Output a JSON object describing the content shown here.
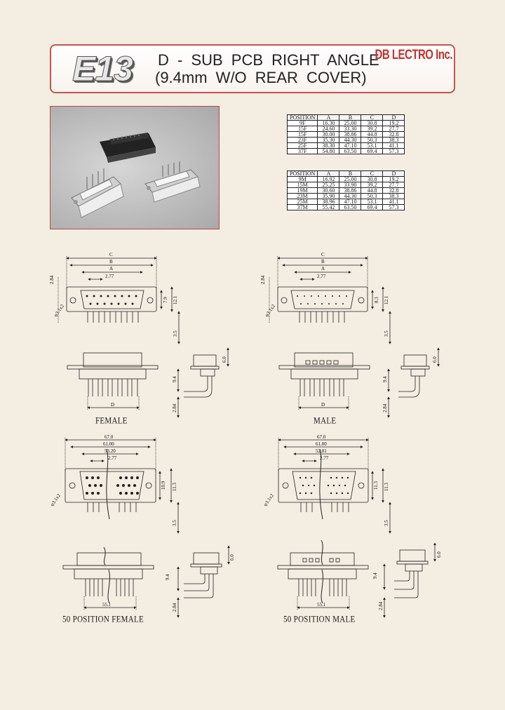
{
  "header": {
    "code": "E13",
    "title_line1": "D - SUB  PCB  RIGHT  ANGLE",
    "title_line2": "(9.4mm  W/O  REAR  COVER)",
    "brand": "DB LECTRO Inc."
  },
  "female_table": {
    "columns": [
      "POSITION",
      "A",
      "B",
      "C",
      "D"
    ],
    "rows": [
      [
        "9F",
        "16.30",
        "25.00",
        "30.8",
        "19.2"
      ],
      [
        "15F",
        "24.60",
        "33.30",
        "39.2",
        "27.7"
      ],
      [
        "15F",
        "30.00",
        "38.86",
        "44.8",
        "32.8"
      ],
      [
        "23F",
        "35.30",
        "44.30",
        "50.3",
        "38.3"
      ],
      [
        "25F",
        "38.30",
        "47.10",
        "53.1",
        "41.1"
      ],
      [
        "37F",
        "54.80",
        "63.50",
        "69.4",
        "57.3"
      ]
    ]
  },
  "male_table": {
    "columns": [
      "POSITION",
      "A",
      "B",
      "C",
      "D"
    ],
    "rows": [
      [
        "9M",
        "16.92",
        "25.00",
        "30.8",
        "19.2"
      ],
      [
        "15M",
        "25.25",
        "33.90",
        "39.2",
        "27.7"
      ],
      [
        "19M",
        "30.60",
        "38.86",
        "44.8",
        "32.8"
      ],
      [
        "23M",
        "35.90",
        "44.30",
        "50.3",
        "38.3"
      ],
      [
        "25M",
        "38.96",
        "47.10",
        "53.1",
        "41.1"
      ],
      [
        "37M",
        "55.42",
        "63.50",
        "69.4",
        "57.3"
      ]
    ]
  },
  "drawings": {
    "top_dims": {
      "c": "C",
      "b": "B",
      "a": "A",
      "pitch": "2.77",
      "h1": "2.84",
      "h2": "7.9",
      "h3": "12.1",
      "h4": "3.5",
      "hole": "φ3.1x2",
      "d": "D",
      "side1": "6.0",
      "side2": "9.4",
      "side3": "2.84",
      "male_h": "8.3"
    },
    "bottom_dims": {
      "w1": "67.0",
      "w2": "61.00",
      "w3f": "53.20",
      "w3m": "52.81",
      "pitch": "2.77",
      "h1": "10.9",
      "h2": "11.3",
      "h3": "3.5",
      "hole": "φ3.1x2",
      "d": "55.1",
      "side1": "6.0",
      "side2": "9.4",
      "side3": "2.84",
      "mh1": "11.3",
      "mh2": "11.3"
    }
  },
  "labels": {
    "female": "FEMALE",
    "male": "MALE",
    "female50": "50 POSITION FEMALE",
    "male50": "50 POSITION MALE"
  }
}
